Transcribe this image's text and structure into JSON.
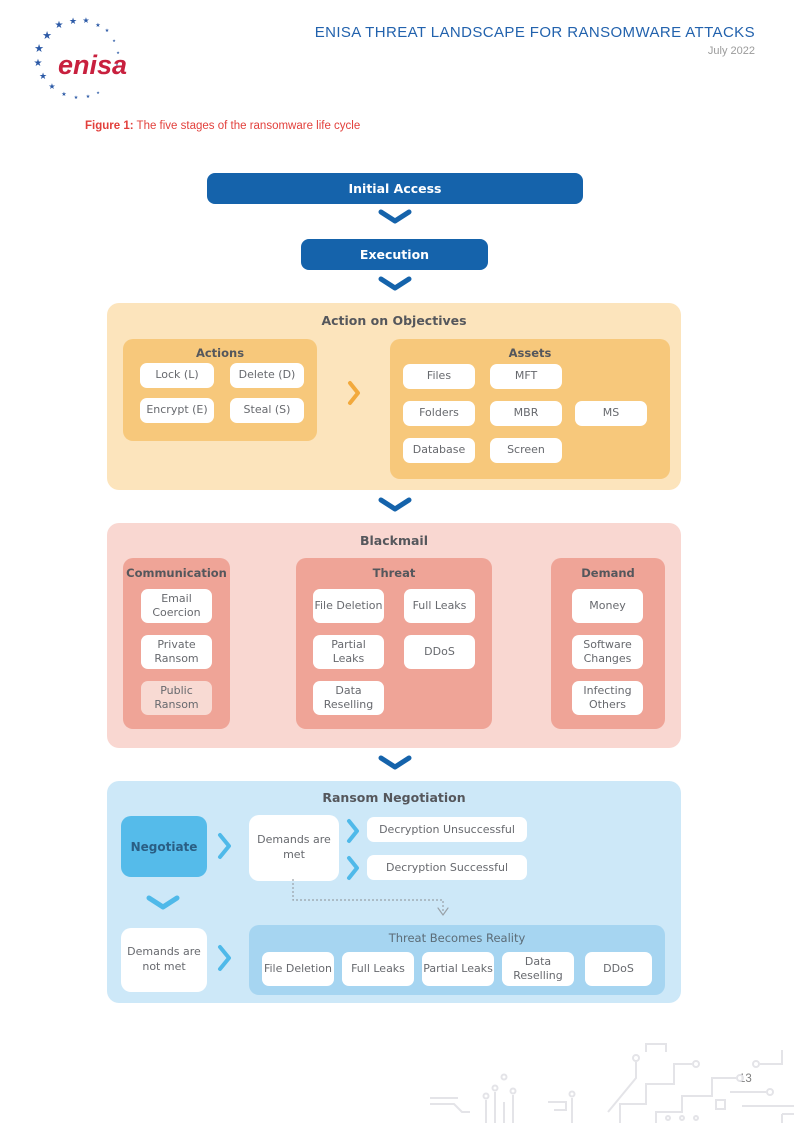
{
  "header": {
    "logo_text": "enisa",
    "title": "ENISA THREAT LANDSCAPE FOR RANSOMWARE ATTACKS",
    "date": "July 2022"
  },
  "figure_caption": {
    "label": "Figure 1:",
    "text": " The five stages of the ransomware life cycle"
  },
  "diagram": {
    "stages": {
      "initial_access": "Initial Access",
      "execution": "Execution"
    },
    "action_on_objectives": {
      "title": "Action on Objectives",
      "actions": {
        "title": "Actions",
        "items": [
          "Lock (L)",
          "Delete (D)",
          "Encrypt (E)",
          "Steal (S)"
        ]
      },
      "assets": {
        "title": "Assets",
        "items": [
          "Files",
          "MFT",
          "Folders",
          "MBR",
          "MS",
          "Database",
          "Screen"
        ]
      }
    },
    "blackmail": {
      "title": "Blackmail",
      "communication": {
        "title": "Communication",
        "items": [
          "Email Coercion",
          "Private Ransom",
          "Public Ransom"
        ]
      },
      "threat": {
        "title": "Threat",
        "items": [
          "File Deletion",
          "Full Leaks",
          "Partial Leaks",
          "DDoS",
          "Data Reselling"
        ]
      },
      "demand": {
        "title": "Demand",
        "items": [
          "Money",
          "Software Changes",
          "Infecting Others"
        ]
      }
    },
    "ransom_negotiation": {
      "title": "Ransom Negotiation",
      "negotiate": "Negotiate",
      "demands_met": "Demands are met",
      "decryption_unsuccessful": "Decryption Unsuccessful",
      "decryption_successful": "Decryption Successful",
      "demands_not_met": "Demands are not met",
      "threat_becomes_reality": {
        "title": "Threat Becomes Reality",
        "items": [
          "File Deletion",
          "Full Leaks",
          "Partial Leaks",
          "Data Reselling",
          "DDoS"
        ]
      }
    }
  },
  "footer": {
    "page_number": "13"
  },
  "colors": {
    "stage_blue": "#1563AB",
    "title_blue": "#2262AD",
    "caption_red": "#E2403C",
    "logo_red": "#C8203E",
    "star_blue": "#2B59A6",
    "orange_panel": "#FCE4BC",
    "orange_sub": "#F7C87B",
    "orange_accent": "#F2A93C",
    "pink_panel": "#F9D7D1",
    "pink_sub": "#EFA497",
    "pink_soft_button": "#F8DAD3",
    "blue_panel": "#CDE8F8",
    "blue_sub": "#A6D5F1",
    "cyan_accent": "#4FB9E9"
  }
}
